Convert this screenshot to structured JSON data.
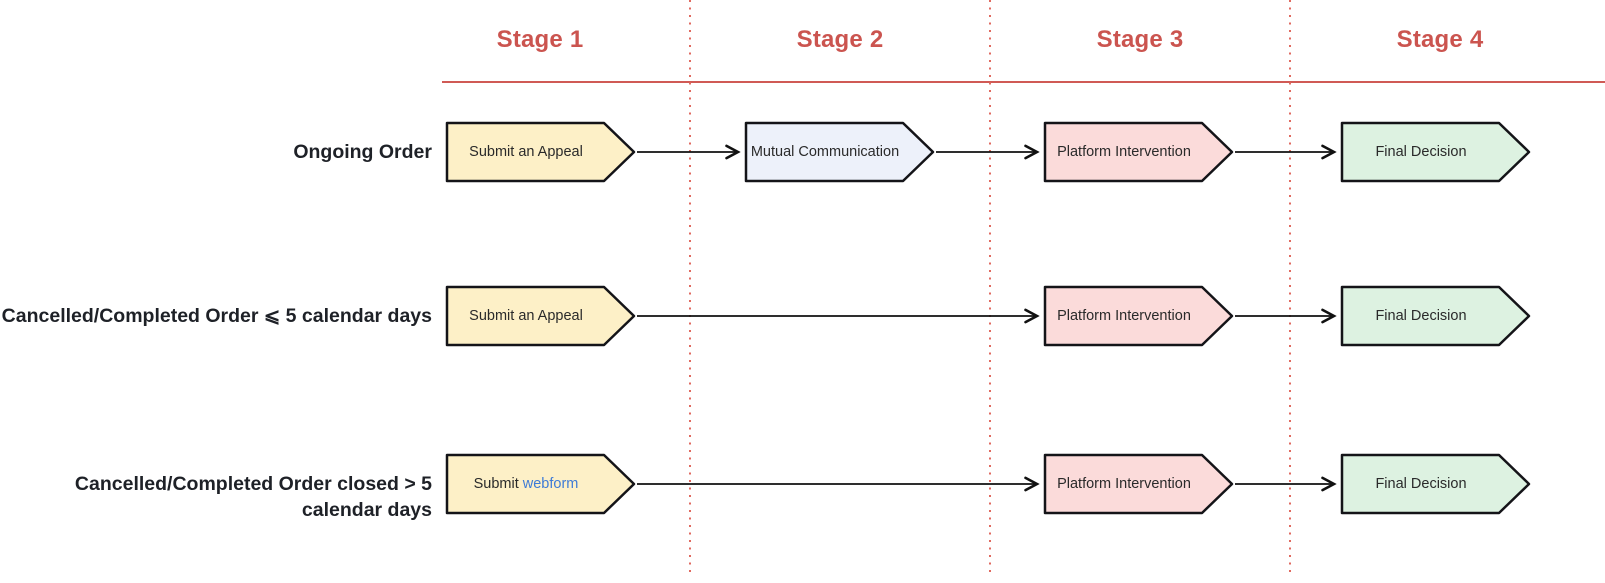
{
  "stages": [
    {
      "label": "Stage 1"
    },
    {
      "label": "Stage 2"
    },
    {
      "label": "Stage 3"
    },
    {
      "label": "Stage 4"
    }
  ],
  "rows": [
    {
      "label": "Ongoing Order",
      "nodes": [
        {
          "text": "Submit an Appeal",
          "color_key": "yellow"
        },
        {
          "text": "Mutual Communication",
          "color_key": "blue"
        },
        {
          "text": "Platform Intervention",
          "color_key": "pink"
        },
        {
          "text": "Final Decision",
          "color_key": "green"
        }
      ]
    },
    {
      "label": "Cancelled/Completed Order ⩽ 5 calendar days",
      "nodes": [
        {
          "text": "Submit an Appeal",
          "color_key": "yellow"
        },
        {
          "text": "Platform Intervention",
          "color_key": "pink"
        },
        {
          "text": "Final Decision",
          "color_key": "green"
        }
      ]
    },
    {
      "label": "Cancelled/Completed Order closed > 5 calendar days",
      "nodes": [
        {
          "text_prefix": "Submit",
          "link_text": "webform",
          "color_key": "yellow"
        },
        {
          "text": "Platform Intervention",
          "color_key": "pink"
        },
        {
          "text": "Final Decision",
          "color_key": "green"
        }
      ]
    }
  ],
  "colors": {
    "stage_header": "#cb544f",
    "stage_line": "#d05a55",
    "divider_dotted": "#e06a60",
    "arrow": "#111111",
    "node_border": "#141418",
    "node_yellow": "#fdf0c7",
    "node_blue": "#edf1fa",
    "node_pink": "#fbdbda",
    "node_green": "#ddf2e1",
    "link": "#3e7bd6",
    "row_label_text": "#1e2127"
  }
}
